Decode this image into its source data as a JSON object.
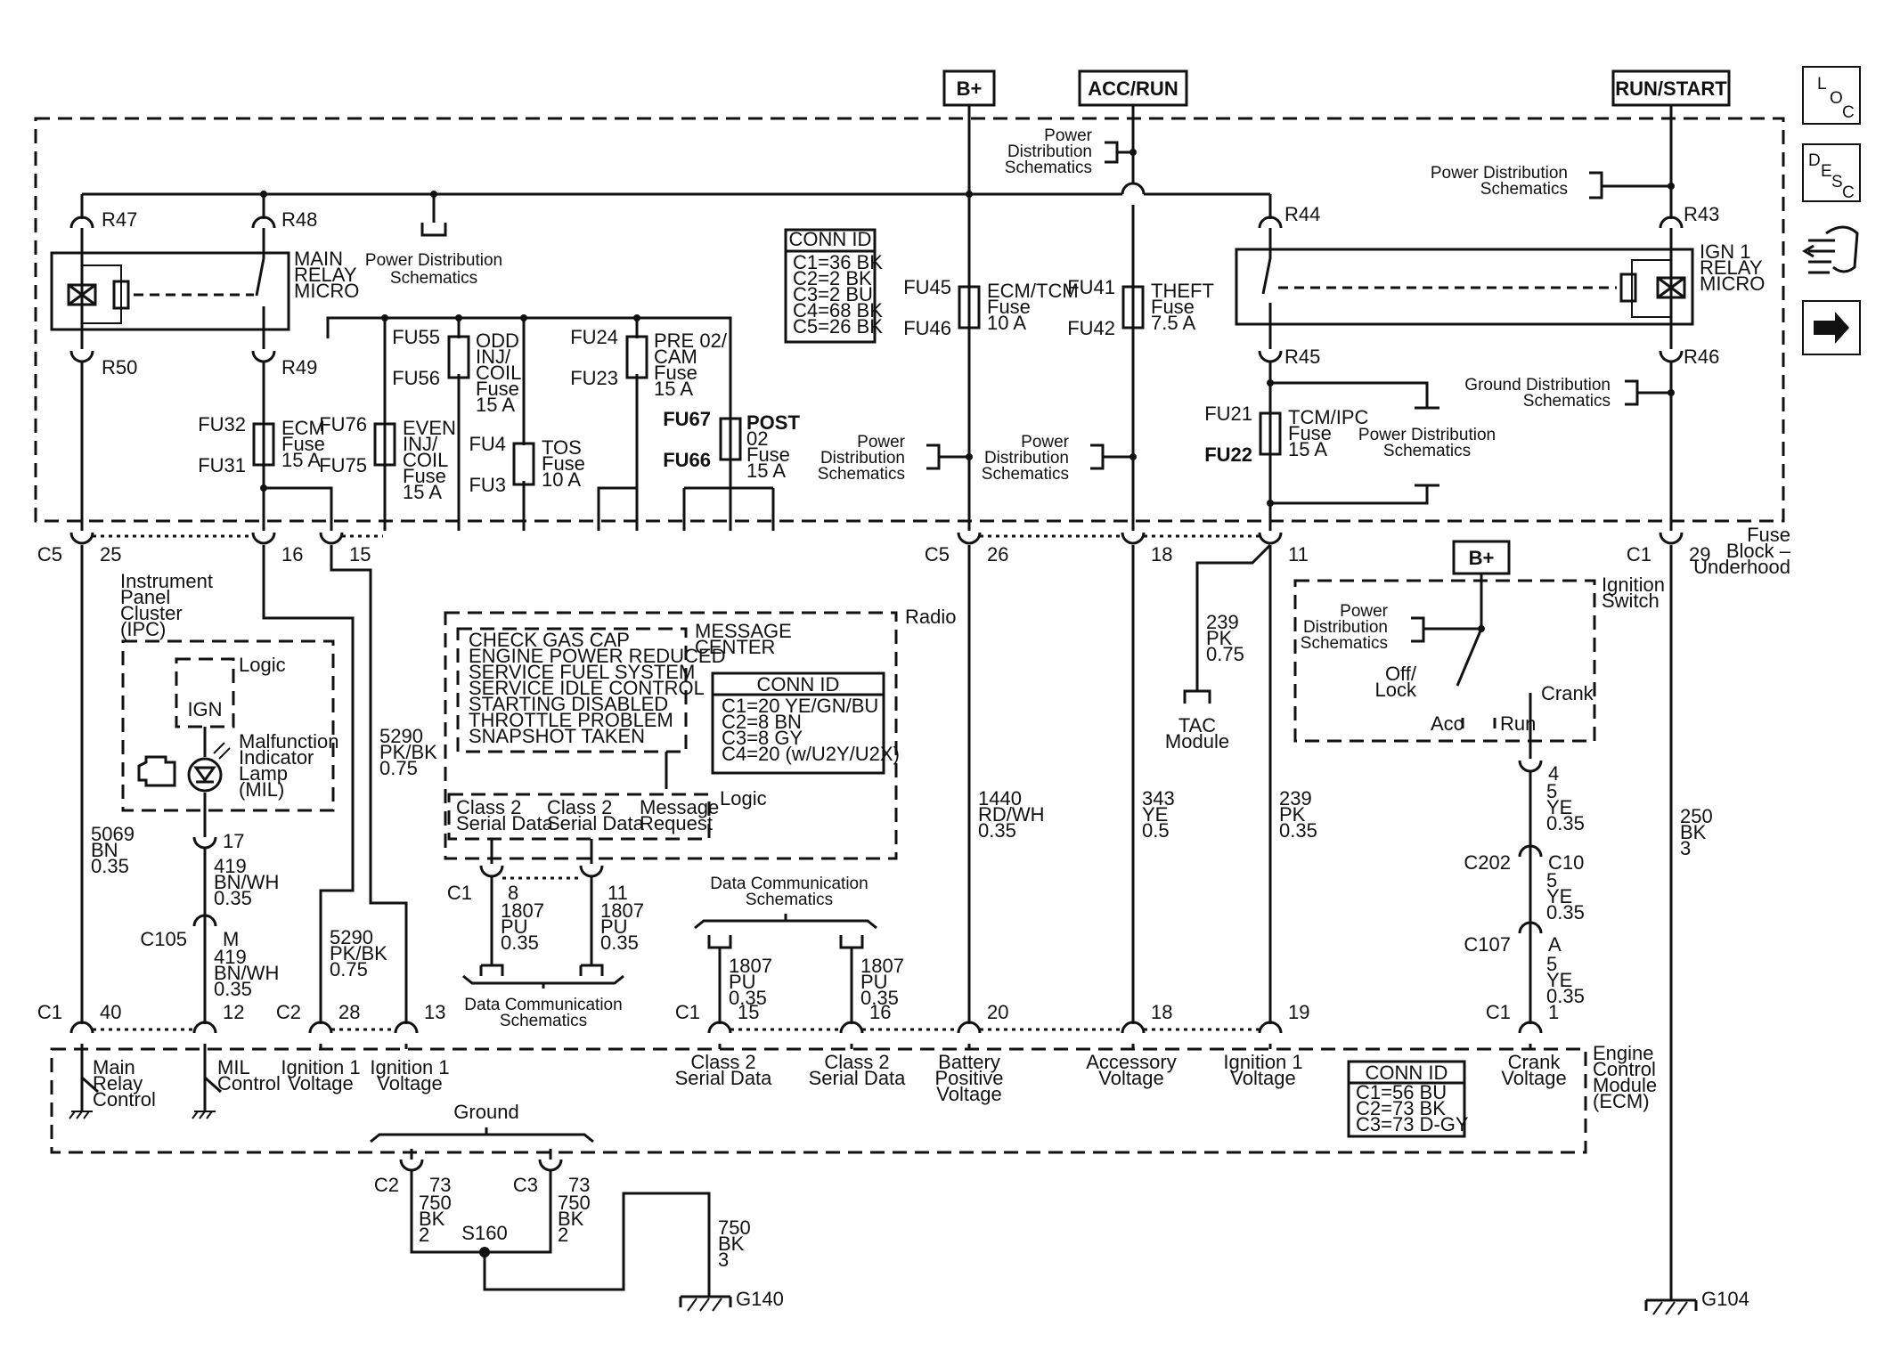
{
  "sources": {
    "b_plus": "B+",
    "acc_run": "ACC/RUN",
    "run_start": "RUN/START"
  },
  "nav_icons": [
    {
      "name": "location-icon",
      "letters": [
        "L",
        "O",
        "C"
      ]
    },
    {
      "name": "description-icon",
      "letters": [
        "D",
        "E",
        "S",
        "C"
      ]
    },
    {
      "name": "diagnostic-icon",
      "letters": []
    },
    {
      "name": "next-arrow-icon",
      "letters": []
    }
  ],
  "power_dist": [
    "Power",
    "Distribution",
    "Schematics"
  ],
  "power_dist_2line": [
    "Power Distribution",
    "Schematics"
  ],
  "ground_dist": [
    "Ground Distribution",
    "Schematics"
  ],
  "data_comm": [
    "Data Communication",
    "Schematics"
  ],
  "relays": {
    "main": {
      "r_top1": "R47",
      "r_top2": "R48",
      "r_bot1": "R50",
      "r_bot2": "R49",
      "label": [
        "MAIN",
        "RELAY",
        "MICRO"
      ]
    },
    "ign": {
      "r_top": "R44",
      "r_top2": "R43",
      "r_bot": "R45",
      "r_bot2": "R46",
      "label": [
        "IGN 1",
        "RELAY",
        "MICRO"
      ]
    }
  },
  "conn_id_fuse": {
    "title": "CONN ID",
    "rows": [
      "C1=36 BK",
      "C2=2 BK",
      "C3=2 BU",
      "C4=68 BK",
      "C5=26 BK"
    ]
  },
  "conn_id_radio": {
    "title": "CONN ID",
    "rows": [
      "C1=20 YE/GN/BU",
      "C2=8 BN",
      "C3=8 GY",
      "C4=20 (w/U2Y/U2X)"
    ]
  },
  "conn_id_ecm": {
    "title": "CONN ID",
    "rows": [
      "C1=56 BU",
      "C2=73 BK",
      "C3=73 D-GY"
    ]
  },
  "fuses": {
    "ecm": {
      "top": "FU32",
      "bot": "FU31",
      "label": [
        "ECM",
        "Fuse",
        "15 A"
      ]
    },
    "even": {
      "top": "FU76",
      "bot": "FU75",
      "label": [
        "EVEN",
        "INJ/",
        "COIL",
        "Fuse",
        "15 A"
      ]
    },
    "odd": {
      "top": "FU55",
      "bot": "FU56",
      "label": [
        "ODD",
        "INJ/",
        "COIL",
        "Fuse",
        "15 A"
      ]
    },
    "tos": {
      "top": "FU4",
      "bot": "FU3",
      "label": [
        "TOS",
        "Fuse",
        "10 A"
      ]
    },
    "pre": {
      "top": "FU24",
      "bot": "FU23",
      "label": [
        "PRE 02/",
        "CAM",
        "Fuse",
        "15 A"
      ]
    },
    "post": {
      "top": "FU67",
      "bot": "FU66",
      "label": [
        "POST",
        "02",
        "Fuse",
        "15 A"
      ]
    },
    "ecmtcm": {
      "top": "FU45",
      "bot": "FU46",
      "label": [
        "ECM/TCM",
        "Fuse",
        "10 A"
      ]
    },
    "theft": {
      "top": "FU41",
      "bot": "FU42",
      "label": [
        "THEFT",
        "Fuse",
        "7.5 A"
      ]
    },
    "tcmipc": {
      "top": "FU21",
      "bot": "FU22",
      "label": [
        "TCM/IPC",
        "Fuse",
        "15 A"
      ]
    }
  },
  "fuse_block": {
    "c5": "C5",
    "pin25": "25",
    "pin16": "16",
    "pin15": "15",
    "c5b": "C5",
    "pin26": "26",
    "pin18": "18",
    "pin11": "11",
    "c1": "C1",
    "pin29": "29",
    "label": [
      "Fuse",
      "Block –",
      "Underhood"
    ]
  },
  "ipc": {
    "label": [
      "Instrument",
      "Panel",
      "Cluster",
      "(IPC)"
    ],
    "logic": "Logic",
    "ign": "IGN",
    "mil": [
      "Malfunction",
      "Indicator",
      "Lamp",
      "(MIL)"
    ],
    "pin17": "17",
    "wire_a": [
      "419",
      "BN/WH",
      "0.35"
    ],
    "c105": "C105",
    "pin_m": "M",
    "wire_b": [
      "419",
      "BN/WH",
      "0.35"
    ]
  },
  "wires": {
    "w5069": [
      "5069",
      "BN",
      "0.35"
    ],
    "w5290a": [
      "5290",
      "PK/BK",
      "0.75"
    ],
    "w5290b": [
      "5290",
      "PK/BK",
      "0.75"
    ],
    "w1440": [
      "1440",
      "RD/WH",
      "0.35"
    ],
    "w343": [
      "343",
      "YE",
      "0.5"
    ],
    "w239a": [
      "239",
      "PK",
      "0.75"
    ],
    "w239b": [
      "239",
      "PK",
      "0.35"
    ],
    "w250": [
      "250",
      "BK",
      "3"
    ],
    "w1807a": [
      "1807",
      "PU",
      "0.35"
    ],
    "w1807b": [
      "1807",
      "PU",
      "0.35"
    ],
    "w1807c": [
      "1807",
      "PU",
      "0.35"
    ],
    "w1807d": [
      "1807",
      "PU",
      "0.35"
    ],
    "w5a": [
      "5",
      "YE",
      "0.35"
    ],
    "w5b": [
      "5",
      "YE",
      "0.35"
    ],
    "w5c": [
      "5",
      "YE",
      "0.35"
    ],
    "w750a": [
      "750",
      "BK",
      "2"
    ],
    "w750b": [
      "750",
      "BK",
      "2"
    ],
    "w750c": [
      "750",
      "BK",
      "3"
    ]
  },
  "radio": {
    "label": "Radio",
    "message_center": [
      "MESSAGE",
      "CENTER"
    ],
    "messages": [
      "CHECK GAS CAP",
      "ENGINE POWER REDUCED",
      "SERVICE FUEL SYSTEM",
      "SERVICE IDLE CONTROL",
      "STARTING DISABLED",
      "THROTTLE PROBLEM",
      "SNAPSHOT TAKEN"
    ],
    "logic": "Logic",
    "serial1": [
      "Class 2",
      "Serial Data"
    ],
    "serial2": [
      "Class 2",
      "Serial Data"
    ],
    "msg_req": [
      "Message",
      "Request"
    ],
    "c1": "C1",
    "pin8": "8",
    "pin11": "11"
  },
  "tac": {
    "label": [
      "TAC",
      "Module"
    ]
  },
  "ign_switch": {
    "label": [
      "Ignition",
      "Switch"
    ],
    "b_plus": "B+",
    "off_lock": [
      "Off/",
      "Lock"
    ],
    "acc": "Acc",
    "run": "Run",
    "crank": "Crank",
    "pin4": "4",
    "c202": "C202",
    "c10": "C10",
    "c107": "C107",
    "pin_a": "A"
  },
  "ecm": {
    "label": [
      "Engine",
      "Control",
      "Module",
      "(ECM)"
    ],
    "c1a": "C1",
    "pin40": "40",
    "pin12": "12",
    "c2": "C2",
    "pin28": "28",
    "pin13": "13",
    "c1b": "C1",
    "pin15": "15",
    "pin16": "16",
    "pin20": "20",
    "pin18": "18",
    "pin19": "19",
    "c1c": "C1",
    "pin1": "1",
    "main_relay": [
      "Main",
      "Relay",
      "Control"
    ],
    "mil_control": [
      "MIL",
      "Control"
    ],
    "ign1a": [
      "Ignition 1",
      "Voltage"
    ],
    "ign1b": [
      "Ignition 1",
      "Voltage"
    ],
    "serial_a": [
      "Class 2",
      "Serial Data"
    ],
    "serial_b": [
      "Class 2",
      "Serial Data"
    ],
    "batt": [
      "Battery",
      "Positive",
      "Voltage"
    ],
    "acc": [
      "Accessory",
      "Voltage"
    ],
    "ign1c": [
      "Ignition 1",
      "Voltage"
    ],
    "crank": [
      "Crank",
      "Voltage"
    ]
  },
  "ground": {
    "label": "Ground",
    "c2": "C2",
    "c3": "C3",
    "pin73a": "73",
    "pin73b": "73",
    "s160": "S160",
    "g140": "G140",
    "g104": "G104"
  }
}
